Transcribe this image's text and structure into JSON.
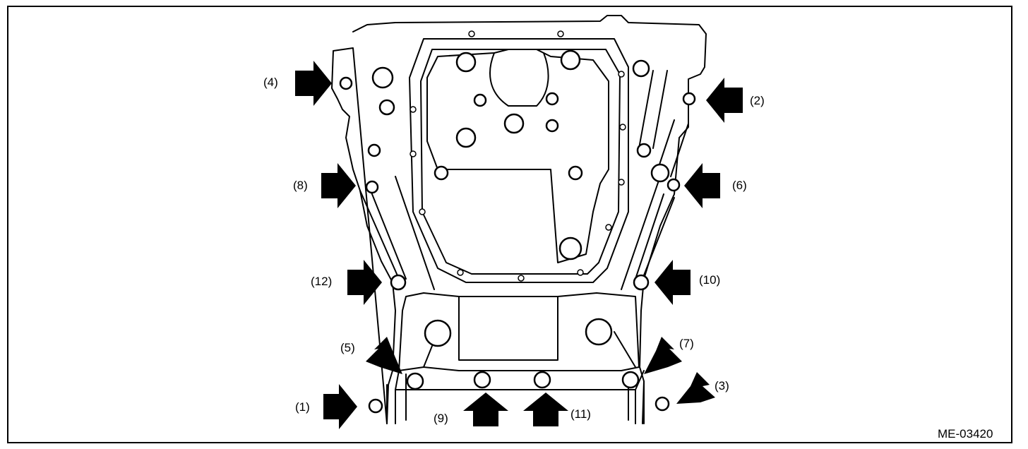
{
  "figure_code": "ME-03420",
  "bolt_labels": {
    "b1": "(1)",
    "b2": "(2)",
    "b3": "(3)",
    "b4": "(4)",
    "b5": "(5)",
    "b6": "(6)",
    "b7": "(7)",
    "b8": "(8)",
    "b9": "(9)",
    "b10": "(10)",
    "b11": "(11)",
    "b12": "(12)"
  },
  "colors": {
    "line": "#000000",
    "background": "#ffffff"
  }
}
